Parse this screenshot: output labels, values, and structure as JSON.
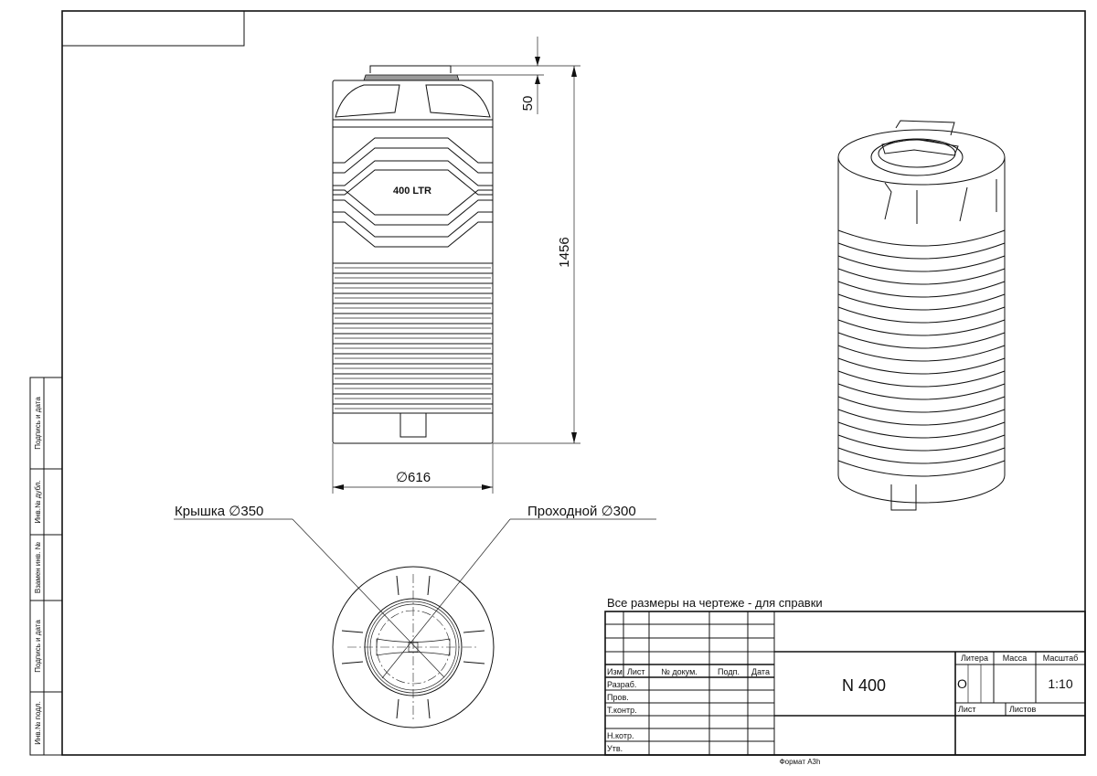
{
  "drawing": {
    "tank_label": "400 LTR",
    "dim_lid_height": "50",
    "dim_height": "1456",
    "dim_diameter": "∅616",
    "callout_lid": "Крышка ∅350",
    "callout_manhole": "Проходной ∅300"
  },
  "side_stamps": [
    "Подпись и дата",
    "Инв.№ дубл.",
    "Взамен инв. №",
    "Подпись и дата",
    "Инв.№ подл."
  ],
  "title_block": {
    "note": "Все размеры на чертеже - для справки",
    "headers": [
      "Изм",
      "Лист",
      "№ докум.",
      "Подп.",
      "Дата"
    ],
    "roles": [
      "Разраб.",
      "Пров.",
      "Т.контр.",
      "",
      "Н.котр.",
      "Утв."
    ],
    "designation": "N 400",
    "litera_label": "Литера",
    "massa_label": "Масса",
    "scale_label": "Масштаб",
    "litera_value": "О",
    "scale_value": "1:10",
    "sheet_label": "Лист",
    "sheets_label": "Листов",
    "format": "Формат А3h"
  }
}
